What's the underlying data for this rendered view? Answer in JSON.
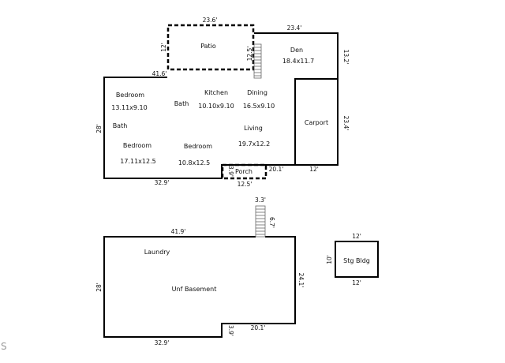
{
  "upper_floor": {
    "patio": {
      "name": "Patio",
      "width": "23.6'",
      "height_left": "12'",
      "height_right": "12.5'"
    },
    "den": {
      "name": "Den",
      "size": "18.4x11.7",
      "top_dim": "23.4'",
      "right_dim": "13.2'"
    },
    "main_top_dim": "41.6'",
    "left_dim": "28'",
    "bottom_dim": "32.9'",
    "rooms": [
      {
        "name": "Bedroom",
        "size": "13.11x9.10"
      },
      {
        "name": "Bath"
      },
      {
        "name": "Kitchen",
        "size": "10.10x9.10"
      },
      {
        "name": "Dining",
        "size": "16.5x9.10"
      },
      {
        "name": "Bath"
      },
      {
        "name": "Living",
        "size": "19.7x12.2"
      },
      {
        "name": "Bedroom",
        "size": "17.11x12.5"
      },
      {
        "name": "Bedroom",
        "size": "10.8x12.5"
      }
    ],
    "porch": {
      "name": "Porch",
      "width": "12.5'",
      "depth": "3.9'"
    },
    "porch_right_dim": "20.1'",
    "carport": {
      "name": "Carport",
      "width": "12'",
      "height": "23.4'"
    }
  },
  "basement": {
    "stair_width": "3.3'",
    "stair_depth": "6.7'",
    "top_dim": "41.9'",
    "left_dim": "28'",
    "right_dim": "24.1'",
    "bottom_dim": "32.9'",
    "step_dim": "3.9'",
    "step_right_dim": "20.1'",
    "laundry": "Laundry",
    "unfinished": "Unf Basement"
  },
  "storage": {
    "name": "Stg Bldg",
    "top_dim": "12'",
    "bottom_dim": "12'",
    "side_dim": "10'"
  },
  "watermark": "S"
}
